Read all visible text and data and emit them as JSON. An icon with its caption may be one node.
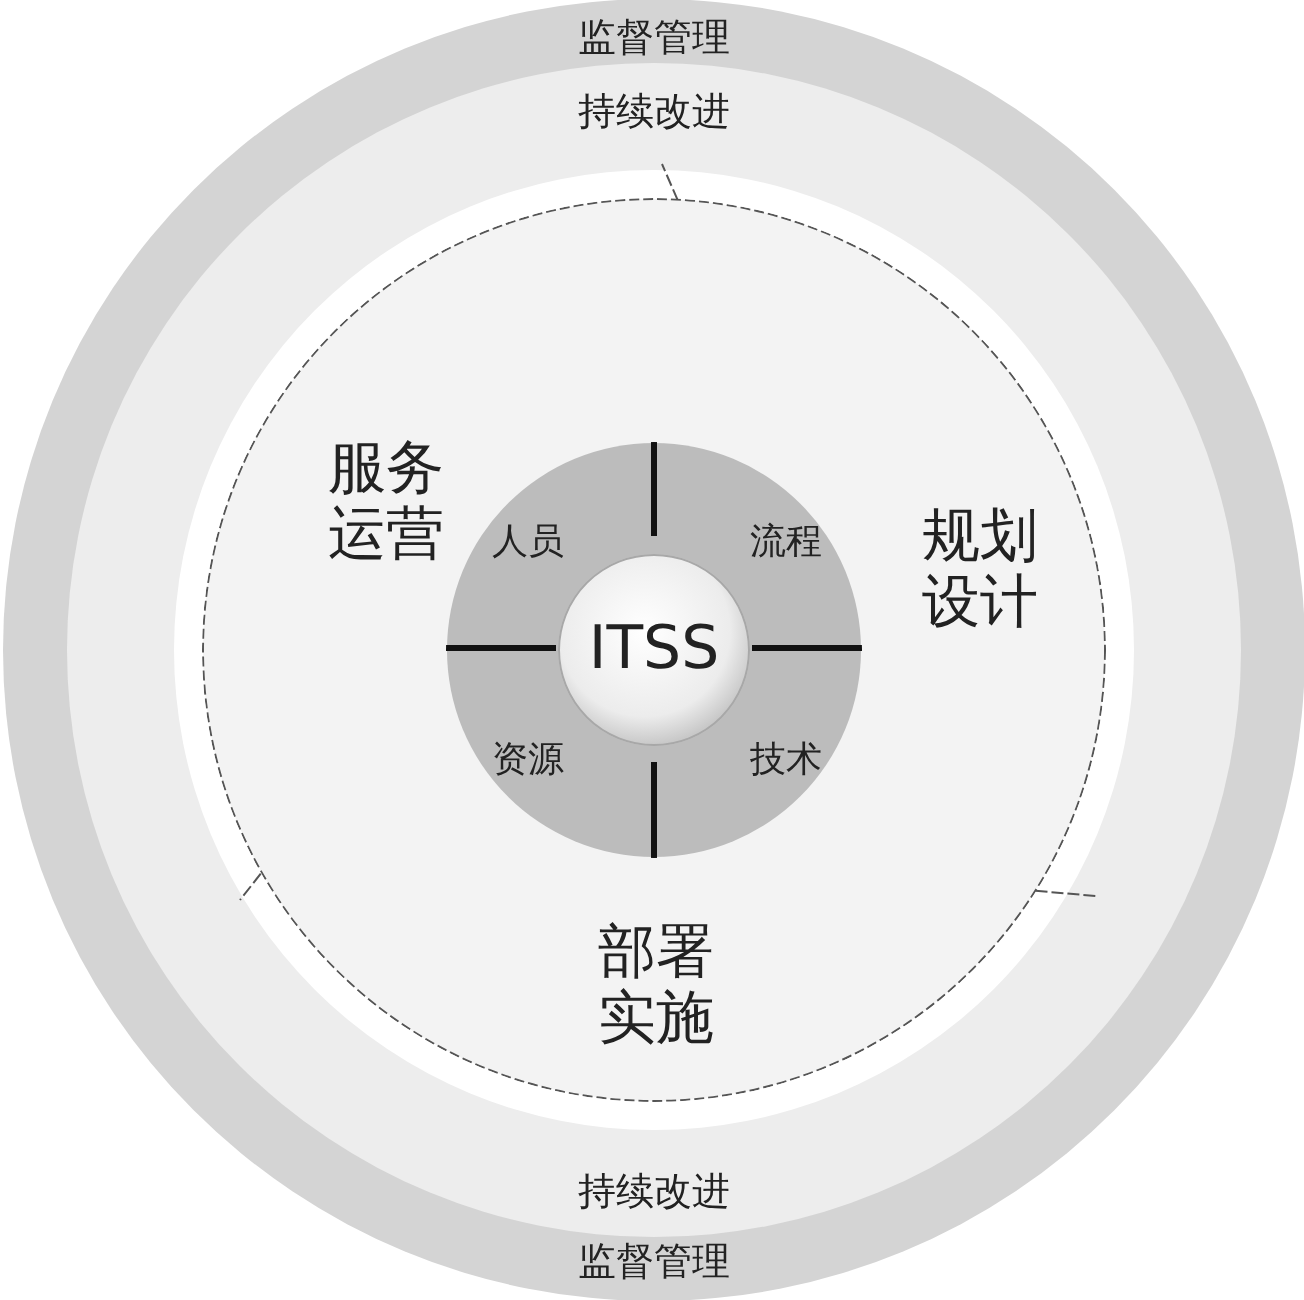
{
  "diagram": {
    "nodes": [
      {
        "text": [
          "监督管理",
          "监督管理"
        ]
      },
      {
        "text": [
          "持续改进",
          "持续改进"
        ],
        "in": 0
      },
      {
        "text": [
          "服务运营",
          "规划设计",
          "部署实施"
        ],
        "in": 1
      },
      {
        "text": [
          "人员",
          "流程",
          "资源",
          "技术"
        ],
        "in": 2
      },
      {
        "text": [
          "ITSS"
        ],
        "in": 3
      }
    ]
  }
}
